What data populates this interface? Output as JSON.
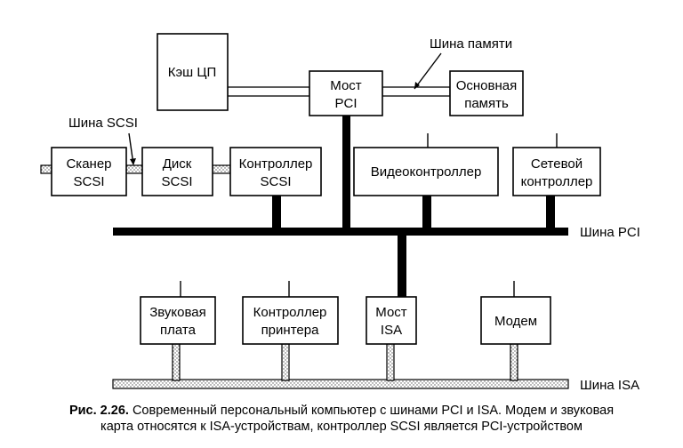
{
  "components": {
    "cpu_cache": "Кэш ЦП",
    "pci_bridge": [
      "Мост",
      "PCI"
    ],
    "main_memory": [
      "Основная",
      "память"
    ],
    "scsi_scanner": [
      "Сканер",
      "SCSI"
    ],
    "scsi_disk": [
      "Диск",
      "SCSI"
    ],
    "scsi_controller": [
      "Контроллер",
      "SCSI"
    ],
    "video_controller": "Видеоконтроллер",
    "network_controller": [
      "Сетевой",
      "контроллер"
    ],
    "sound_card": [
      "Звуковая",
      "плата"
    ],
    "printer_controller": [
      "Контроллер",
      "принтера"
    ],
    "isa_bridge": [
      "Мост",
      "ISA"
    ],
    "modem": "Модем"
  },
  "buses": {
    "memory_bus": "Шина памяти",
    "scsi_bus": "Шина SCSI",
    "pci_bus": "Шина PCI",
    "isa_bus": "Шина ISA"
  },
  "caption": {
    "label": "Рис. 2.26.",
    "line1": "Современный персональный компьютер с шинами PCI и ISA. Модем и звуковая",
    "line2": "карта относятся к ISA-устройствам, контроллер SCSI является PCI-устройством"
  }
}
